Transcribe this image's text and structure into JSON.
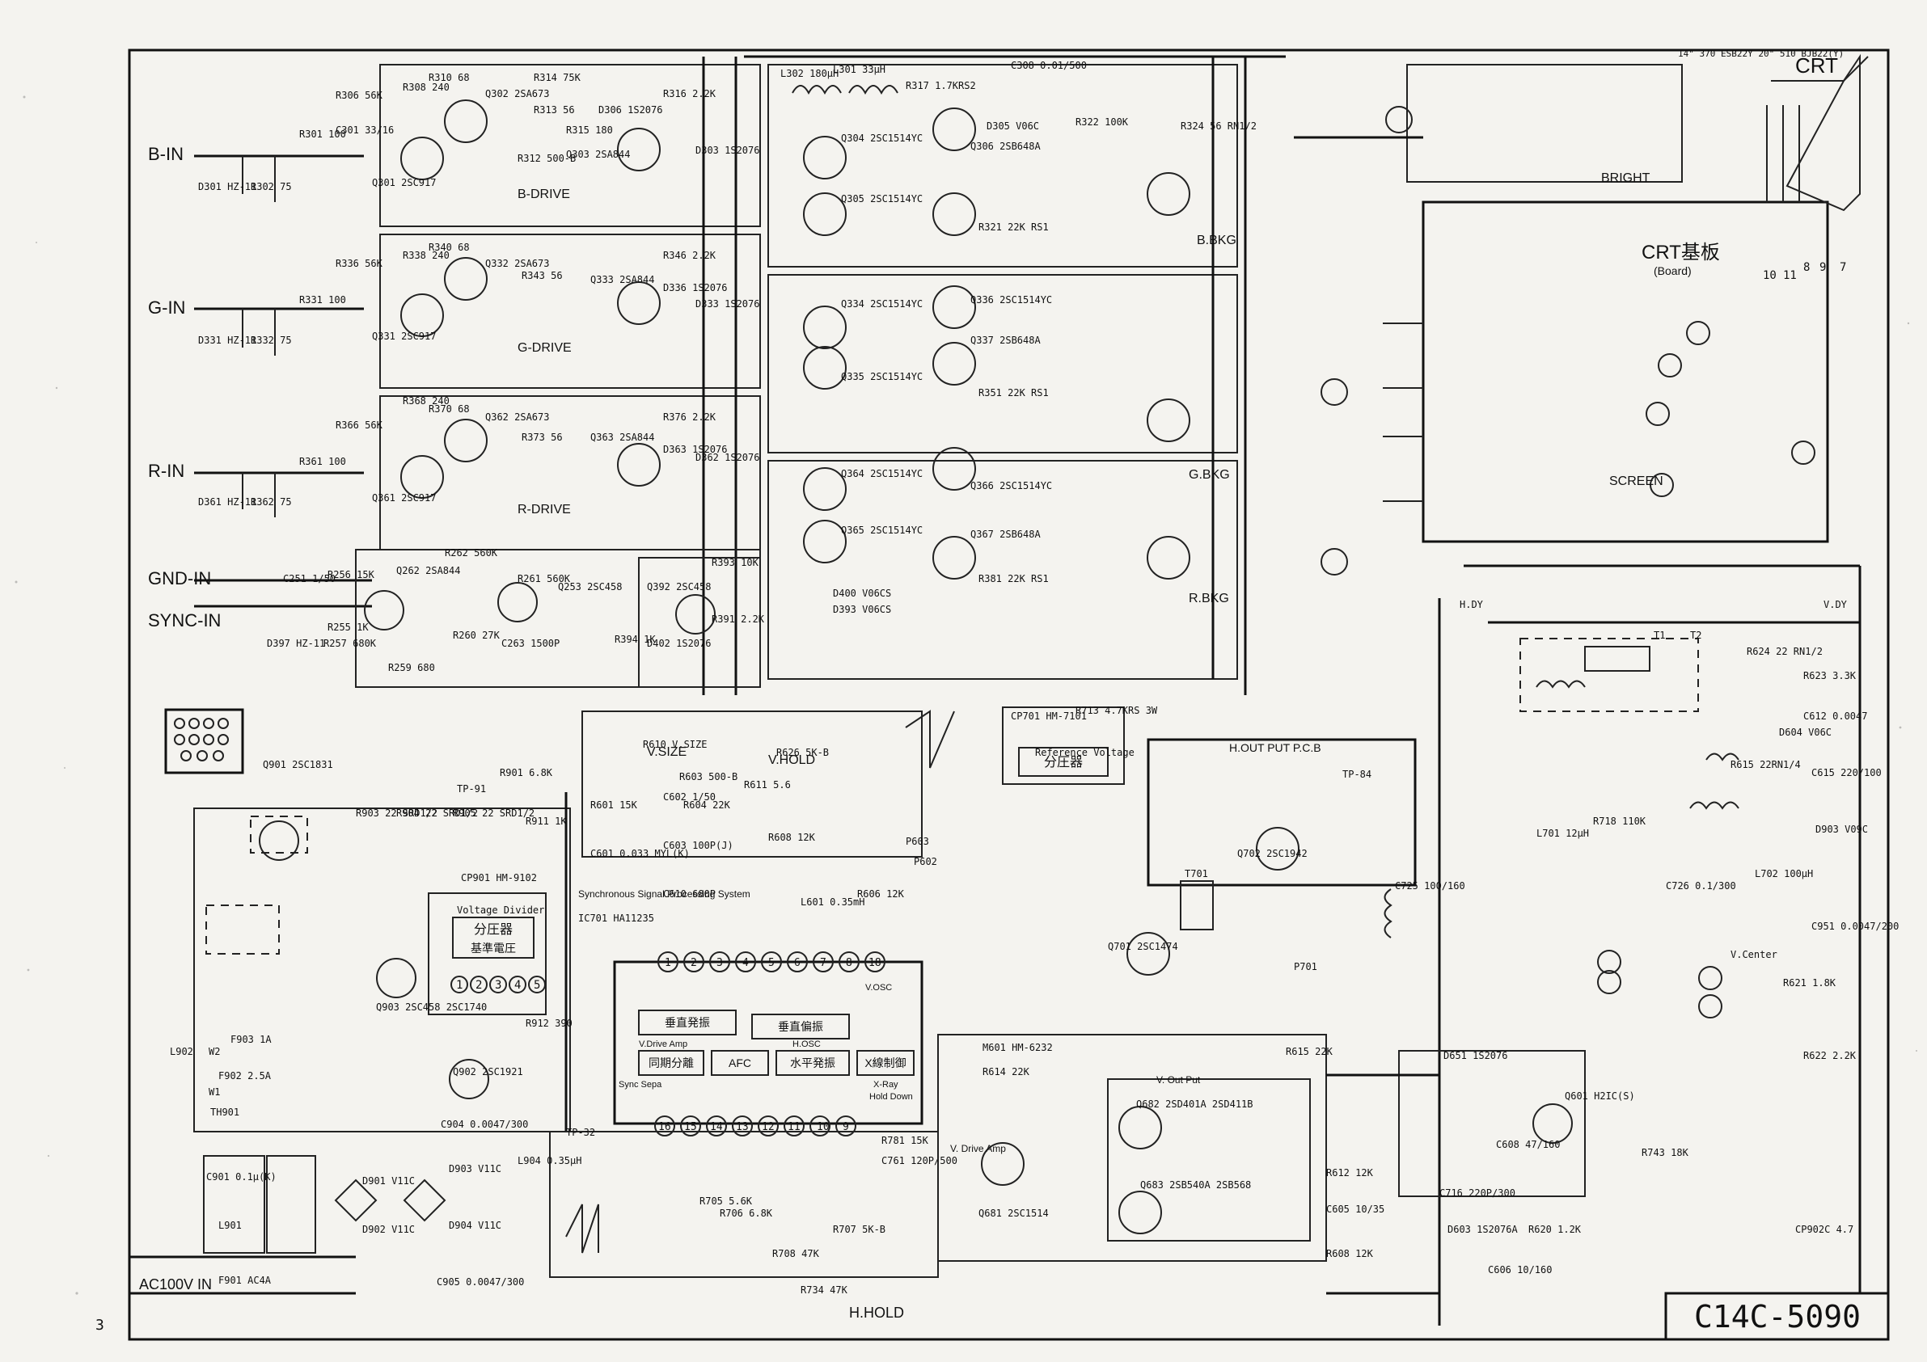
{
  "inputs": {
    "b_in": "B-IN",
    "g_in": "G-IN",
    "r_in": "R-IN",
    "gnd_in": "GND-IN",
    "sync_in": "SYNC-IN",
    "ac_in": "AC100V IN"
  },
  "crt": {
    "label": "CRT",
    "board": "CRT基板",
    "board_en": "(Board)",
    "tube": "14\" 370 ESB22Y 20\" 510 BJB22(Y)",
    "pins": [
      "10",
      "11",
      "8",
      "9",
      "7"
    ],
    "bright": "BRIGHT",
    "screen": "SCREEN"
  },
  "drive_labels": [
    "B-DRIVE",
    "G-DRIVE",
    "R-DRIVE"
  ],
  "bkg_labels": [
    "B.BKG",
    "G.BKG",
    "R.BKG"
  ],
  "video_components": [
    "R306 56K",
    "R308 240",
    "R310 68",
    "R301 100",
    "C301 33/16",
    "Q301 2SC917",
    "Q302 2SA673",
    "R314 75K",
    "R313 56",
    "R315 180",
    "R312 500-B",
    "Q303 2SA844",
    "D306 1S2076",
    "R316 2.2K",
    "R336 56K",
    "R338 240",
    "R340 68",
    "R331 100",
    "Q331 2SC917",
    "Q332 2SA673",
    "R343 56",
    "R346 2.2K",
    "Q333 2SA844",
    "D336 1S2076",
    "R366 56K",
    "R368 240",
    "R370 68",
    "R361 100",
    "Q361 2SC917",
    "Q362 2SA673",
    "R373 56",
    "R376 2.2K",
    "Q363 2SA844",
    "D363 1S2076",
    "D301 HZ-11",
    "D331 HZ-11",
    "D361 HZ-11",
    "R302 75",
    "R332 75",
    "R362 75"
  ],
  "output_components": [
    "L302 180μH",
    "L301 33μH",
    "R317 1.7KRS2",
    "C308 0.01/500",
    "Q304 2SC1514YC",
    "Q305 2SC1514YC",
    "Q306 2SB648A",
    "R321 22K RS1",
    "D305 V06C",
    "R322 100K",
    "R324 56 RN1/2",
    "Q334 2SC1514YC",
    "Q335 2SC1514YC",
    "Q336 2SC1514YC",
    "Q337 2SB648A",
    "R351 22K RS1",
    "Q364 2SC1514YC",
    "Q365 2SC1514YC",
    "Q366 2SC1514YC",
    "Q367 2SB648A",
    "R381 22K RS1",
    "D303 1S2076",
    "D333 1S2076",
    "D362 1S2076",
    "D400 V06CS",
    "D393 V06CS"
  ],
  "sync_components": [
    "R256 15K",
    "Q262 2SA844",
    "R262 560K",
    "R261 560K",
    "Q253 2SC458",
    "C263 1500P",
    "R260 27K",
    "R259 680",
    "R257 680K",
    "R255 1K",
    "C251 1/50",
    "D397 HZ-11",
    "Q392 2SC458",
    "R393 10K",
    "R391 2.2K",
    "D402 1S2076",
    "R394 1K"
  ],
  "power_components": [
    "Q901 2SC1831",
    "TP-91",
    "R901 6.8K",
    "R903 22 SRD1/2",
    "R904 22 SRD1/2",
    "R905 22 SRD1/2",
    "R911 1K",
    "CP901 HM-9102",
    "Q902 2SC1921",
    "Q903 2SC458 2SC1740",
    "R912 390",
    "L902",
    "F903 1A",
    "F902 2.5A",
    "TH901",
    "W1",
    "W2",
    "L901",
    "F901 AC4A",
    "C901 0.1μ(K)",
    "D901 V11C",
    "D902 V11C",
    "D903 V11C",
    "D904 V11C",
    "L904 0.35μH",
    "C905 0.0047/300",
    "C904 0.0047/300"
  ],
  "deflection_components": [
    "R610 V.SIZE",
    "R611 5.6",
    "R626 5K-B",
    "R601 15K",
    "C601 0.033 MYL(K)",
    "C602 1/50",
    "R604 22K",
    "R603 500-B",
    "IC701 HA11235",
    "R608 12K",
    "R606 12K",
    "C603 100P(J)",
    "C610 680P",
    "L601 0.35mH",
    "P603",
    "P602",
    "TP-32",
    "R705 5.6K",
    "R706 6.8K",
    "R707 5K-B",
    "R708 47K",
    "R734 47K",
    "C761 120P/500",
    "R781 15K"
  ],
  "hv_components": [
    "CP701 HM-7101",
    "R713 4.7KRS 3W",
    "TP-84",
    "Q701 2SC1474",
    "Q702 2SC1942",
    "T701",
    "P701",
    "C725 100/160",
    "R718 110K",
    "L701 12μH",
    "L702 100μH",
    "C726 0.1/300",
    "V.DY",
    "H.DY",
    "T1",
    "T2",
    "R624 22 RN1/2",
    "R623 3.3K",
    "C612 0.0047",
    "D604 V06C",
    "R615 22RN1/4",
    "C615 220/100",
    "R621 1.8K",
    "R622 2.2K",
    "V.Center",
    "CP902C 4.7",
    "D903 V09C",
    "C951 0.0047/200"
  ],
  "vertical_out_components": [
    "M601 HM-6232",
    "R614 22K",
    "Q681 2SC1514",
    "Q682 2SD401A 2SD411B",
    "Q683 2SB540A 2SB568",
    "R615 22K",
    "C605 10/35",
    "R612 12K",
    "R608 12K",
    "Q601 H2IC(S)",
    "D651 1S2076",
    "D603 1S2076A",
    "R620 1.2K",
    "C606 10/160",
    "C608 47/160",
    "C716 220P/300",
    "R743 18K"
  ],
  "ic_blocks": [
    "垂直発振",
    "垂直偏振",
    "同期分離",
    "AFC",
    "水平発振",
    "X線制御",
    "V.Drive Amp",
    "H.OSC",
    "V.OSC",
    "Sync Sepa",
    "X-Ray",
    "Hold Down"
  ],
  "ic_pins": [
    "1",
    "2",
    "3",
    "4",
    "5",
    "6",
    "7",
    "8",
    "18",
    "16",
    "15",
    "14",
    "13",
    "12",
    "11",
    "10",
    "9"
  ],
  "divider": {
    "title": "分圧器",
    "sub": "基準電圧",
    "en": "Voltage Divider",
    "ref": "Reference Voltage",
    "pins": [
      "1",
      "2",
      "3",
      "4",
      "5"
    ]
  },
  "controls": [
    "V.SIZE",
    "V.HOLD",
    "H.HOLD",
    "H.OUT PUT P.C.B"
  ],
  "section_text": [
    "Synchronous Signal Processing System",
    "V. Out Put",
    "V. Drive Amp"
  ],
  "model": "C14C-5090",
  "page_num": "3"
}
